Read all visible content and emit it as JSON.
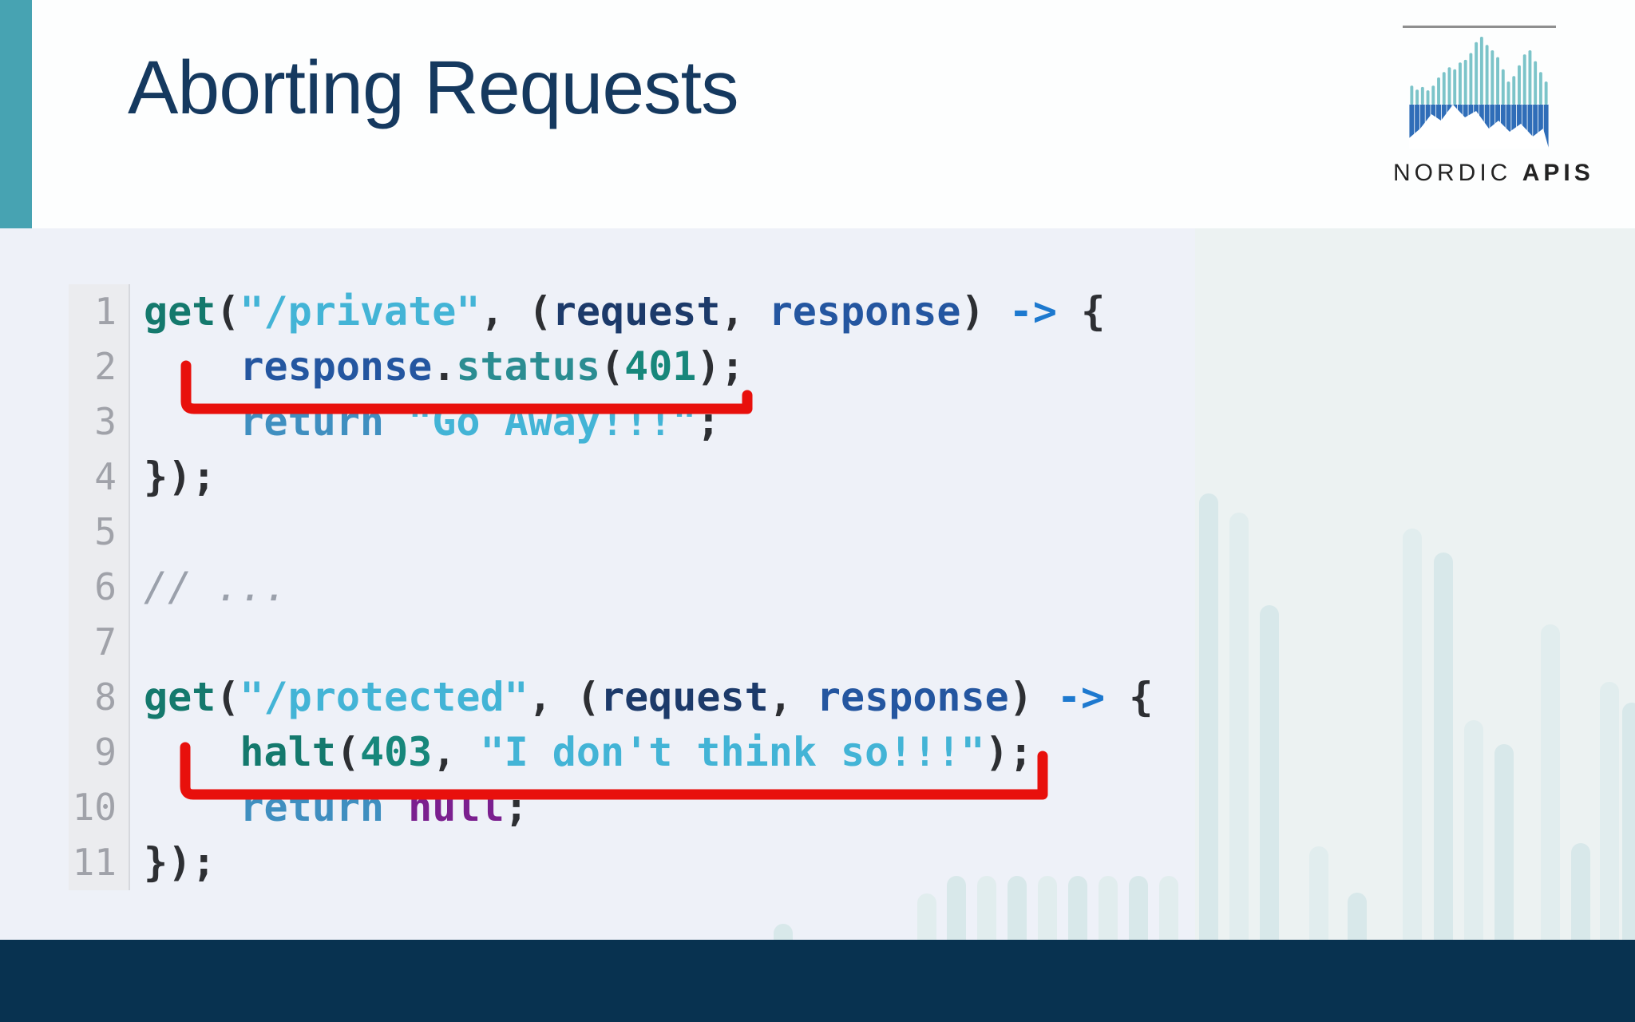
{
  "slide": {
    "title": "Aborting Requests"
  },
  "logo": {
    "word1": "NORDIC",
    "word2": "APIS"
  },
  "code": {
    "lines": [
      {
        "n": "1",
        "tokens": [
          [
            "fn",
            "get"
          ],
          [
            "pun",
            "("
          ],
          [
            "str",
            "\"/private\""
          ],
          [
            "pun",
            ", ("
          ],
          [
            "idd",
            "request"
          ],
          [
            "pun",
            ", "
          ],
          [
            "idb",
            "response"
          ],
          [
            "pun",
            ") "
          ],
          [
            "arr",
            "->"
          ],
          [
            "pun",
            " {"
          ]
        ]
      },
      {
        "n": "2",
        "tokens": [
          [
            "pun",
            "    "
          ],
          [
            "idb",
            "response"
          ],
          [
            "pun",
            "."
          ],
          [
            "meth",
            "status"
          ],
          [
            "pun",
            "("
          ],
          [
            "num",
            "401"
          ],
          [
            "pun",
            ");"
          ]
        ]
      },
      {
        "n": "3",
        "tokens": [
          [
            "pun",
            "    "
          ],
          [
            "kw",
            "return"
          ],
          [
            "pun",
            " "
          ],
          [
            "str",
            "\"Go Away!!!\""
          ],
          [
            "pun",
            ";"
          ]
        ]
      },
      {
        "n": "4",
        "tokens": [
          [
            "pun",
            "});"
          ]
        ]
      },
      {
        "n": "5",
        "tokens": []
      },
      {
        "n": "6",
        "tokens": [
          [
            "cmt",
            "// ..."
          ]
        ]
      },
      {
        "n": "7",
        "tokens": []
      },
      {
        "n": "8",
        "tokens": [
          [
            "fn",
            "get"
          ],
          [
            "pun",
            "("
          ],
          [
            "str",
            "\"/protected\""
          ],
          [
            "pun",
            ", ("
          ],
          [
            "idd",
            "request"
          ],
          [
            "pun",
            ", "
          ],
          [
            "idb",
            "response"
          ],
          [
            "pun",
            ") "
          ],
          [
            "arr",
            "->"
          ],
          [
            "pun",
            " {"
          ]
        ]
      },
      {
        "n": "9",
        "tokens": [
          [
            "pun",
            "    "
          ],
          [
            "fn",
            "halt"
          ],
          [
            "pun",
            "("
          ],
          [
            "num",
            "403"
          ],
          [
            "pun",
            ", "
          ],
          [
            "str",
            "\"I don't think so!!!\""
          ],
          [
            "pun",
            ");"
          ]
        ]
      },
      {
        "n": "10",
        "tokens": [
          [
            "pun",
            "    "
          ],
          [
            "kw",
            "return"
          ],
          [
            "pun",
            " "
          ],
          [
            "nul",
            "null"
          ],
          [
            "pun",
            ";"
          ]
        ]
      },
      {
        "n": "11",
        "tokens": [
          [
            "pun",
            "});"
          ]
        ]
      }
    ]
  },
  "annotations": {
    "underline_color": "#e8100c",
    "underlined_lines": [
      "2",
      "9"
    ],
    "underlined_code": [
      "response.status(401);",
      "halt(403, \"I don't think so!!!\");"
    ]
  },
  "colors": {
    "accent_teal": "#47a3b2",
    "title_navy": "#15395f",
    "footer_navy": "#083250",
    "header_white": "#fdfefe",
    "code_panel": "#eef1f8",
    "right_panel": "#ecf2f2",
    "gutter_gray": "#ebecef",
    "deco_bar_teal": "#d8e8ea",
    "logo_bar_light": "#7cc4c9",
    "logo_bar_dark": "#2f6db8",
    "tokens": {
      "fn": "#14796d",
      "meth": "#2b8d92",
      "num": "#17877b",
      "str": "#43b4d6",
      "idd": "#1c3a6a",
      "idb": "#2456a0",
      "kw": "#3f8fc0",
      "nul": "#7b1f8f",
      "pun": "#2d2f33",
      "arr": "#1d79cf",
      "cmt": "#9aa0ab"
    }
  }
}
